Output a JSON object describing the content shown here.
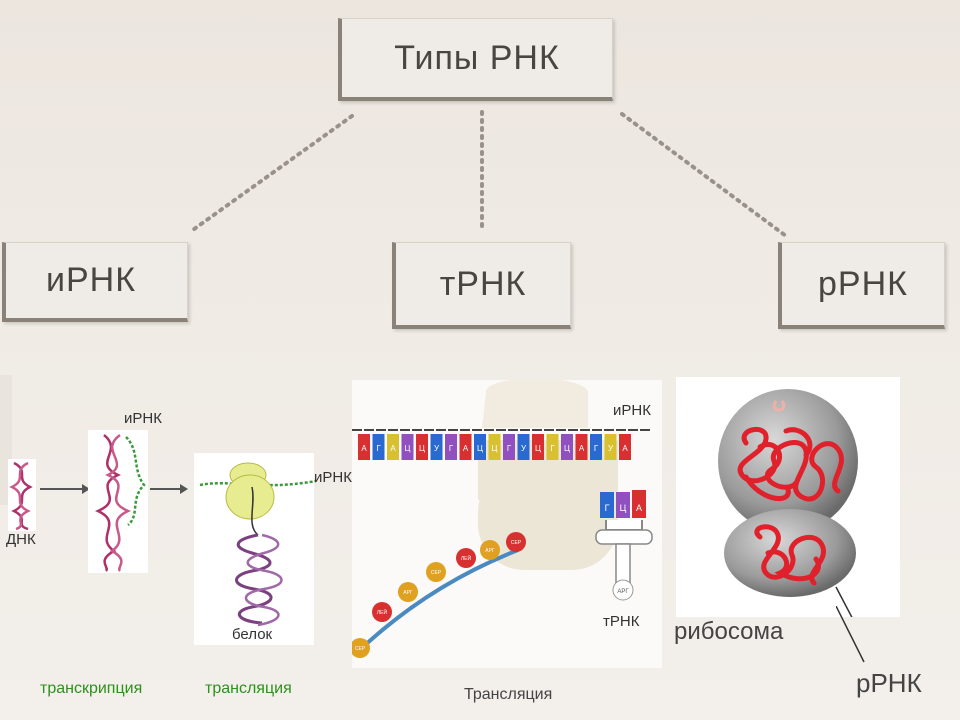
{
  "title": "Типы РНК",
  "types": {
    "mrna": "иРНК",
    "trna": "тРНК",
    "rrna": "рРНК"
  },
  "left_panel": {
    "dna_label": "ДНК",
    "mrna_label": "иРНК",
    "mrna_label_2": "иРНК",
    "protein_label": "белок",
    "transcription": "транскрипция",
    "translation": "трансляция"
  },
  "middle_panel": {
    "mrna_label": "иРНК",
    "trna_label": "тРНК",
    "caption": "Трансляция",
    "codon_letters": [
      "А",
      "Г",
      "А",
      "Ц",
      "Ц",
      "У",
      "Г",
      "А",
      "Ц",
      "Ц",
      "Г",
      "У",
      "Ц",
      "Г",
      "Ц",
      "А",
      "Г",
      "У",
      "А"
    ],
    "anticodon_letters": [
      "Г",
      "Ц",
      "А"
    ],
    "amino_acids": [
      "СЕР",
      "ЛЕЙ",
      "АРГ",
      "СЕР",
      "ЛЕЙ",
      "АРГ",
      "СЕР"
    ],
    "trna_amino": "АРГ"
  },
  "right_panel": {
    "ribosome_label": "рибосома",
    "rrna_label": "рРНК"
  },
  "colors": {
    "rrna": "#e0202a",
    "green_text": "#2f8f1f",
    "box_border": "#8a8178"
  }
}
